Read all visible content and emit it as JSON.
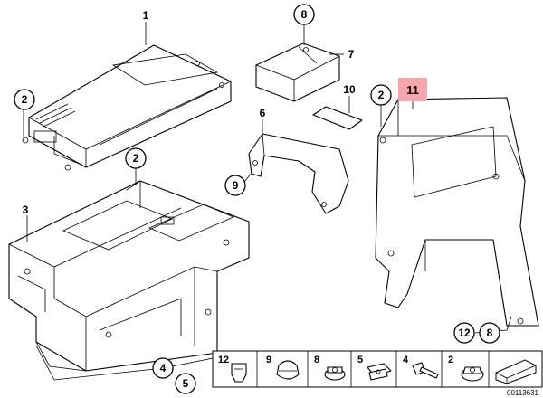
{
  "diagram": {
    "callouts": {
      "c1": "1",
      "c2a": "2",
      "c2b": "2",
      "c2c": "2",
      "c3": "3",
      "c4": "4",
      "c5": "5",
      "c6": "6",
      "c7": "7",
      "c8a": "8",
      "c8b": "8",
      "c9": "9",
      "c10": "10",
      "c11": "11",
      "c12": "12"
    },
    "highlight_color": "#f4a8ad",
    "legend": [
      "12",
      "9",
      "8",
      "5",
      "4",
      "2"
    ],
    "reference_number": "00113631"
  }
}
